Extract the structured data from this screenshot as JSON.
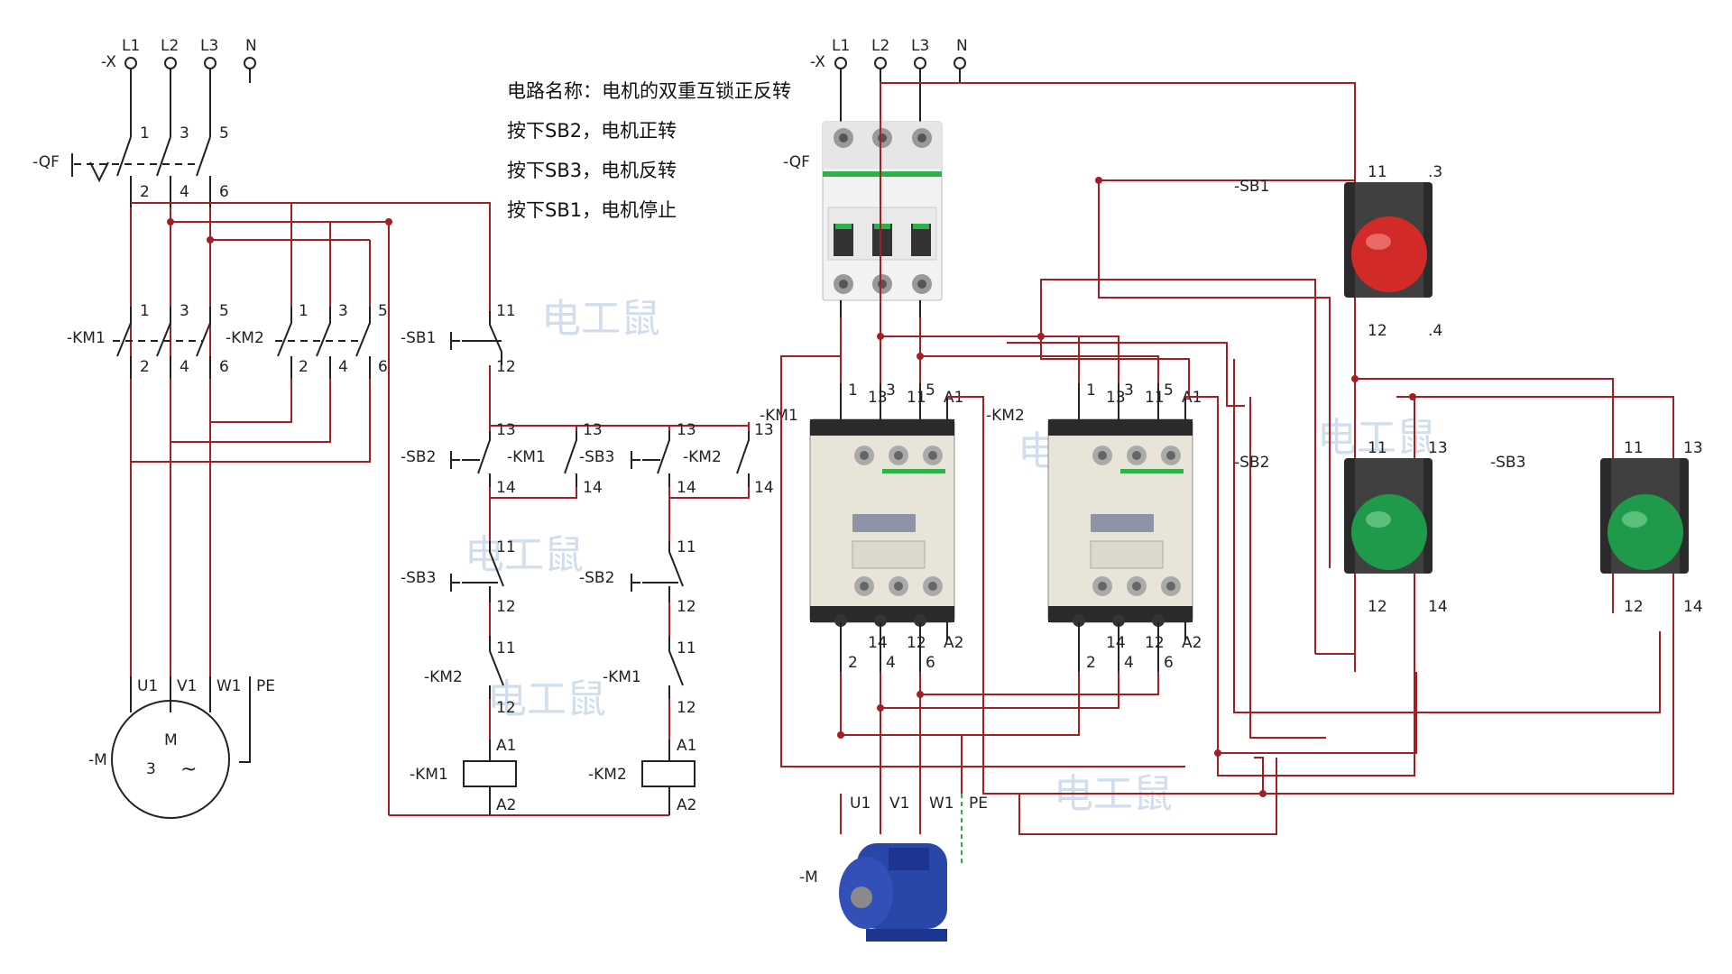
{
  "description": {
    "line1": "电路名称：电机的双重互锁正反转",
    "line2": "按下SB2，电机正转",
    "line3": "按下SB3，电机反转",
    "line4": "按下SB1，电机停止"
  },
  "terminals": {
    "x": "-X",
    "l1": "L1",
    "l2": "L2",
    "l3": "L3",
    "n": "N"
  },
  "labels": {
    "qf": "-QF",
    "km1": "-KM1",
    "km2": "-KM2",
    "sb1": "-SB1",
    "sb2": "-SB2",
    "sb3": "-SB3",
    "m": "-M",
    "sb1_phys": "-SB1",
    "km1_phys": "-KM1",
    "km2_phys": "-KM2"
  },
  "pins": {
    "p1": "1",
    "p2": "2",
    "p3": "3",
    "p4": "4",
    "p5": "5",
    "p6": "6",
    "p11": "11",
    "p12": "12",
    "p13": "13",
    "p14": "14",
    "a1": "A1",
    "a2": "A2",
    "u1": "U1",
    "v1": "V1",
    "w1": "W1",
    "pe": "PE",
    "dot3": ".3",
    "dot4": ".4"
  },
  "motor": {
    "m": "M",
    "three": "3",
    "tilde": "~"
  },
  "watermark": "电工鼠",
  "colors": {
    "wire": "#a31f24",
    "symbol": "#222222",
    "stop_button": "#d22a28",
    "start_button": "#1e9a4a",
    "contactor": "#e8e4d8",
    "motor": "#2847a8"
  }
}
